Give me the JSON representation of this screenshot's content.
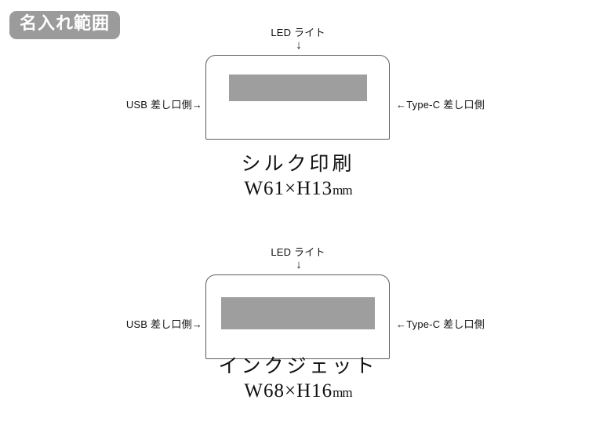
{
  "badge": {
    "label": "名入れ範囲"
  },
  "diagrams": [
    {
      "key": "silk",
      "led_label": "LED ライト",
      "led_arrow": "↓",
      "left_label": "USB 差し口側→",
      "right_label": "←Type-C 差し口側",
      "method": "シルク印刷",
      "size_prefix": "W61×H13",
      "size_unit": "mm"
    },
    {
      "key": "inkjet",
      "led_label": "LED ライト",
      "led_arrow": "↓",
      "left_label": "USB 差し口側→",
      "right_label": "←Type-C 差し口側",
      "method": "インクジェット",
      "size_prefix": "W68×H16",
      "size_unit": "mm"
    }
  ],
  "colors": {
    "badge_background": "#9b9b9b",
    "badge_text": "#ffffff",
    "print_area": "#9e9e9e",
    "device_outline": "#5d5d5d",
    "page_background": "#ffffff",
    "text": "#111111"
  }
}
